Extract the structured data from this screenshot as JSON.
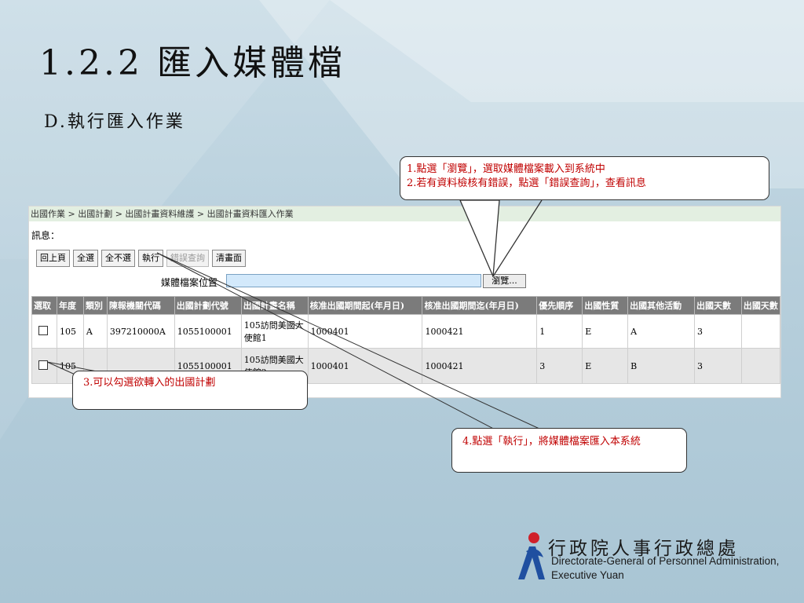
{
  "slide": {
    "title": "1.2.2  匯入媒體檔",
    "subtitle": "D.執行匯入作業"
  },
  "app": {
    "breadcrumb": "出國作業 > 出國計劃 > 出國計畫資料維護 > 出國計畫資料匯入作業",
    "message_label": "訊息：",
    "buttons": {
      "back": "回上頁",
      "select_all": "全選",
      "select_none": "全不選",
      "execute": "執行",
      "error_query": "錯誤查詢",
      "clear": "清畫面"
    },
    "file": {
      "label": "媒體檔案位置",
      "value": "",
      "browse": "瀏覽..."
    },
    "table": {
      "headers": [
        "選取",
        "年度",
        "類別",
        "陳報機關代碼",
        "出國計劃代號",
        "出國計畫名稱",
        "核准出國期間起(年月日)",
        "核准出國期間迄(年月日)",
        "優先順序",
        "出國性質",
        "出國其他活動",
        "出國天數",
        "出國天數"
      ],
      "rows": [
        {
          "year": "105",
          "type": "A",
          "org_code": "397210000A",
          "plan_code": "1055100001",
          "plan_name": "105訪問美國大使館1",
          "start": "1000401",
          "end": "1000421",
          "priority": "1",
          "nature": "E",
          "other": "A",
          "days": "3",
          "days2": ""
        },
        {
          "year": "105",
          "type": "",
          "org_code": "",
          "plan_code": "1055100001",
          "plan_name": "105訪問美國大使館2",
          "start": "1000401",
          "end": "1000421",
          "priority": "3",
          "nature": "E",
          "other": "B",
          "days": "3",
          "days2": ""
        }
      ]
    }
  },
  "callouts": {
    "c1_line1": "1.點選「瀏覽」，選取媒體檔案載入到系統中",
    "c1_line2": "2.若有資料檢核有錯誤，點選「錯誤查詢」，查看訊息",
    "c3": "3.可以勾選欲轉入的出國計劃",
    "c4": "4.點選「執行」，將媒體檔案匯入本系統"
  },
  "logo": {
    "cn": "行政院人事行政總處",
    "en1": "Directorate-General of Personnel Administration,",
    "en2": "Executive Yuan"
  },
  "colors": {
    "callout_text": "#c00000",
    "breadcrumb_bg": "#e3efe1",
    "header_bg": "#7b7b7b",
    "logo_red": "#d0202a",
    "logo_blue": "#1f4fa0"
  }
}
